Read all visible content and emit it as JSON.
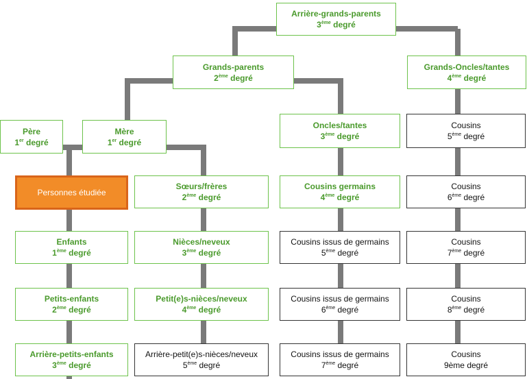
{
  "nodes": {
    "arriere_grands_parents": {
      "name": "Arrière-grands-parents",
      "ord": "3",
      "sup": "ème",
      "word": "degré"
    },
    "grands_parents": {
      "name": "Grands-parents",
      "ord": "2",
      "sup": "ème",
      "word": "degré"
    },
    "grands_oncles_tantes": {
      "name": "Grands-Oncles/tantes",
      "ord": "4",
      "sup": "ème",
      "word": "degré"
    },
    "pere": {
      "name": "Père",
      "ord": "1",
      "sup": "er",
      "word": "degré"
    },
    "mere": {
      "name": "Mère",
      "ord": "1",
      "sup": "er",
      "word": "degré"
    },
    "oncles_tantes": {
      "name": "Oncles/tantes",
      "ord": "3",
      "sup": "ème",
      "word": "degré"
    },
    "cousins_5": {
      "name": "Cousins",
      "ord": "5",
      "sup": "ème",
      "word": "degré"
    },
    "personne_etudiee": {
      "name": "Personnes étudiée"
    },
    "soeurs_freres": {
      "name": "Sœurs/frères",
      "ord": "2",
      "sup": "ème",
      "word": "degré"
    },
    "cousins_germains": {
      "name": "Cousins germains",
      "ord": "4",
      "sup": "ème",
      "word": "degré"
    },
    "cousins_6": {
      "name": "Cousins",
      "ord": "6",
      "sup": "ème",
      "word": "degré"
    },
    "enfants": {
      "name": "Enfants",
      "ord": "1",
      "sup": "ème",
      "word": "degré"
    },
    "nieces_neveux": {
      "name": "Nièces/neveux",
      "ord": "3",
      "sup": "ème",
      "word": "degré"
    },
    "cousins_issus_5": {
      "name": "Cousins issus de germains",
      "ord": "5",
      "sup": "ème",
      "word": "degré"
    },
    "cousins_7": {
      "name": "Cousins",
      "ord": "7",
      "sup": "ème",
      "word": "degré"
    },
    "petits_enfants": {
      "name": "Petits-enfants",
      "ord": "2",
      "sup": "ème",
      "word": "degré"
    },
    "petits_nieces_neveux": {
      "name": "Petit(e)s-nièces/neveux",
      "ord": "4",
      "sup": "ème",
      "word": "degré"
    },
    "cousins_issus_6": {
      "name": "Cousins issus de germains",
      "ord": "6",
      "sup": "ème",
      "word": "degré"
    },
    "cousins_8": {
      "name": "Cousins",
      "ord": "8",
      "sup": "ème",
      "word": "degré"
    },
    "arriere_petits_enfants": {
      "name": "Arrière-petits-enfants",
      "ord": "3",
      "sup": "ème",
      "word": "degré"
    },
    "arriere_petits_nieces_neveux": {
      "name": "Arrière-petit(e)s-nièces/neveux",
      "ord": "5",
      "sup": "ème",
      "word": "degré"
    },
    "cousins_issus_7": {
      "name": "Cousins issus de germains",
      "ord": "7",
      "sup": "ème",
      "word": "degré"
    },
    "cousins_9": {
      "name": "Cousins",
      "ord": "9ème",
      "word": "degré"
    }
  },
  "colors": {
    "green_border": "#6cc24a",
    "green_text": "#4a9a2c",
    "connector": "#7a7a7a",
    "focus_fill": "#f28c28",
    "focus_border": "#d9651a"
  }
}
